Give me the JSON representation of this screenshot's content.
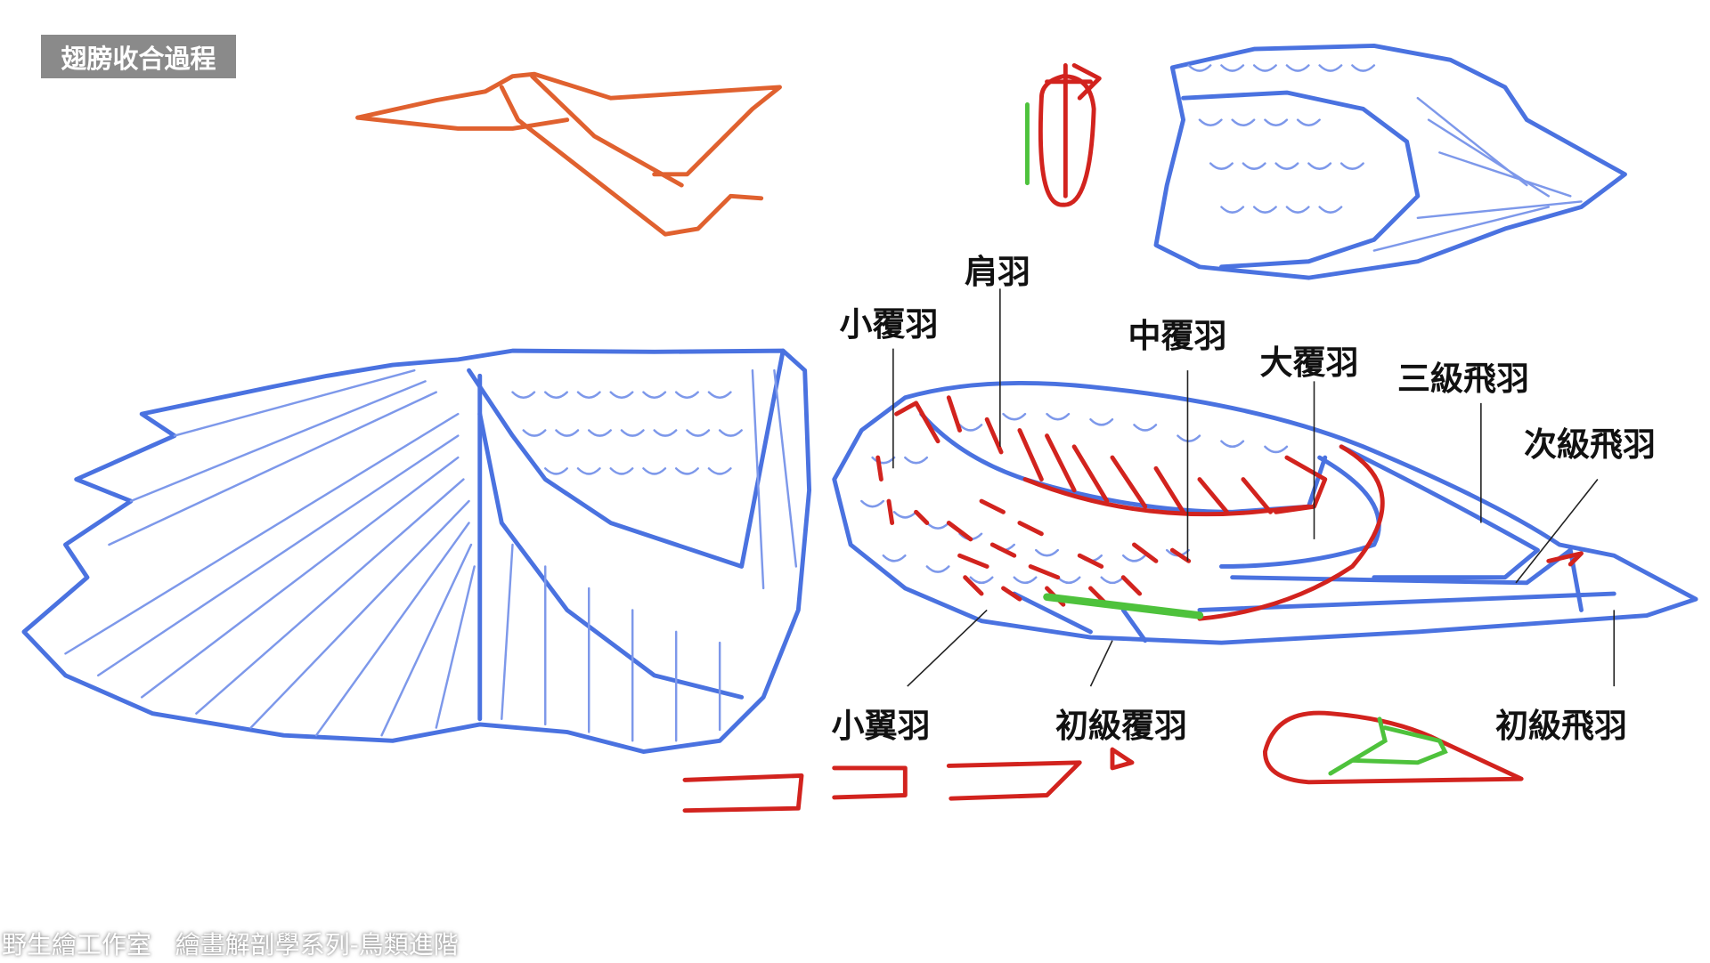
{
  "title": "翅膀收合過程",
  "labels": {
    "scapulars": "肩羽",
    "lesser_coverts": "小覆羽",
    "median_coverts": "中覆羽",
    "greater_coverts": "大覆羽",
    "tertials": "三級飛羽",
    "secondaries": "次級飛羽",
    "alula": "小翼羽",
    "primary_coverts": "初級覆羽",
    "primaries": "初級飛羽"
  },
  "footer": "野生繪工作室   繪畫解剖學系列-鳥類進階",
  "colors": {
    "wing": "#4a72e0",
    "bone": "#e0612f",
    "guide": "#d2231e",
    "alula_mark": "#4ec23c"
  }
}
